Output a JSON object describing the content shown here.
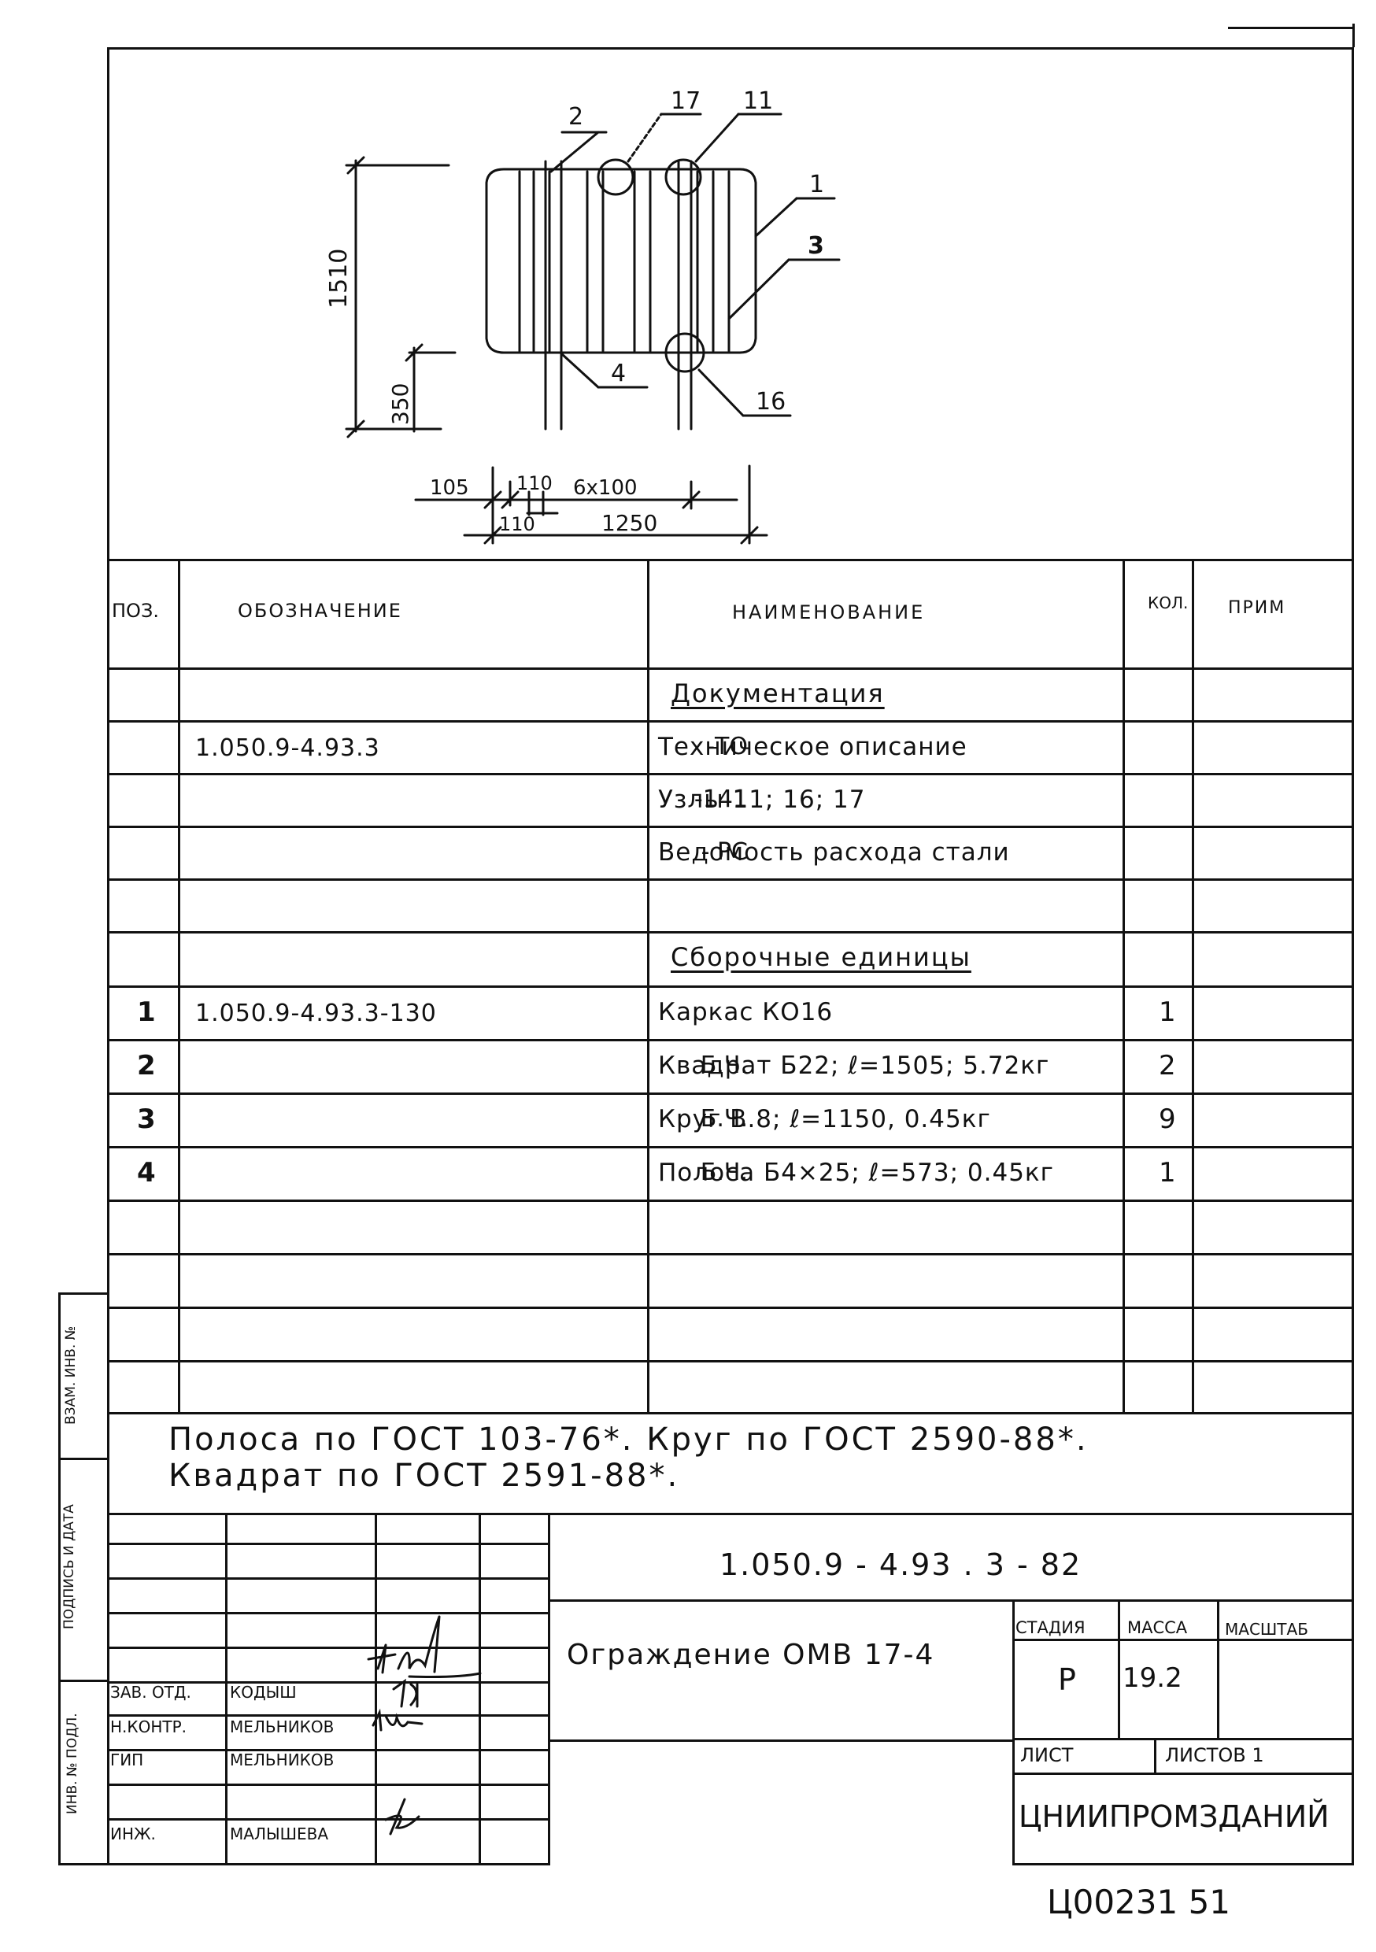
{
  "drawing": {
    "callouts": [
      "2",
      "17",
      "11",
      "1",
      "3",
      "4",
      "16"
    ],
    "dimensions": {
      "height_total": "1510",
      "height_lower": "350",
      "w_left": "105",
      "w_110a": "110",
      "w_spacing": "6x100",
      "w_110b": "110",
      "w_total": "1250"
    }
  },
  "spec": {
    "headers": {
      "pos": "ПОЗ.",
      "designation": "ОБОЗНАЧЕНИЕ",
      "name": "НАИМЕНОВАНИЕ",
      "qty": "КОЛ.",
      "note": "ПРИМ"
    },
    "rows": [
      {
        "pos": "",
        "designation": "",
        "suffix": "",
        "name": "Документация",
        "qty": "",
        "section": true
      },
      {
        "pos": "",
        "designation": "1.050.9-4.93.3",
        "suffix": "-ТО",
        "name": "Техническое описание",
        "qty": ""
      },
      {
        "pos": "",
        "designation": "",
        "suffix": "-141",
        "name": "Узлы 11; 16; 17",
        "qty": ""
      },
      {
        "pos": "",
        "designation": "",
        "suffix": "- РС",
        "name": "Ведомость расхода стали",
        "qty": ""
      },
      {
        "pos": "",
        "designation": "",
        "suffix": "",
        "name": "",
        "qty": ""
      },
      {
        "pos": "",
        "designation": "",
        "suffix": "",
        "name": "Сборочные единицы",
        "qty": "",
        "section": true
      },
      {
        "pos": "1",
        "designation": "1.050.9-4.93.3-130",
        "suffix": "",
        "name": "Каркас КО16",
        "qty": "1"
      },
      {
        "pos": "2",
        "designation": "",
        "suffix": "Б.Ч.",
        "name": "Квадрат Б22; ℓ=1505; 5.72кг",
        "qty": "2"
      },
      {
        "pos": "3",
        "designation": "",
        "suffix": "Б.Ч.",
        "name": "Круг В.8; ℓ=1150, 0.45кг",
        "qty": "9"
      },
      {
        "pos": "4",
        "designation": "",
        "suffix": "Б.Ч.",
        "name": "Полоса Б4×25; ℓ=573; 0.45кг",
        "qty": "1"
      },
      {
        "pos": "",
        "designation": "",
        "suffix": "",
        "name": "",
        "qty": ""
      },
      {
        "pos": "",
        "designation": "",
        "suffix": "",
        "name": "",
        "qty": ""
      },
      {
        "pos": "",
        "designation": "",
        "suffix": "",
        "name": "",
        "qty": ""
      }
    ]
  },
  "notes": {
    "line1": "Полоса по ГОСТ 103-76*.   Круг по ГОСТ 2590-88*.",
    "line2": "Квадрат по ГОСТ 2591-88*."
  },
  "title_block": {
    "doc_code": "1.050.9 - 4.93 . 3 - 82",
    "title": "Ограждение ОМВ 17-4",
    "stage_label": "СТАДИЯ",
    "mass_label": "МАССА",
    "scale_label": "МАСШТАБ",
    "stage": "Р",
    "mass": "19.2",
    "sheet_label": "ЛИСТ",
    "sheets_label": "ЛИСТОВ 1",
    "organization": "ЦНИИПРОМЗДАНИЙ",
    "signers": [
      {
        "role": "ЗАВ. ОТД.",
        "name": "КОДЫШ"
      },
      {
        "role": "Н.КОНТР.",
        "name": "МЕЛЬНИКОВ"
      },
      {
        "role": "ГИП",
        "name": "МЕЛЬНИКОВ"
      },
      {
        "role": "ИНЖ.",
        "name": "МАЛЫШЕВА"
      }
    ]
  },
  "side_stamp": {
    "vzam": "ВЗАМ. ИНВ. №",
    "podpis": "ПОДПИСЬ И ДАТА",
    "inv": "ИНВ. № ПОДЛ."
  },
  "footer_stamp": "Ц00231 51"
}
